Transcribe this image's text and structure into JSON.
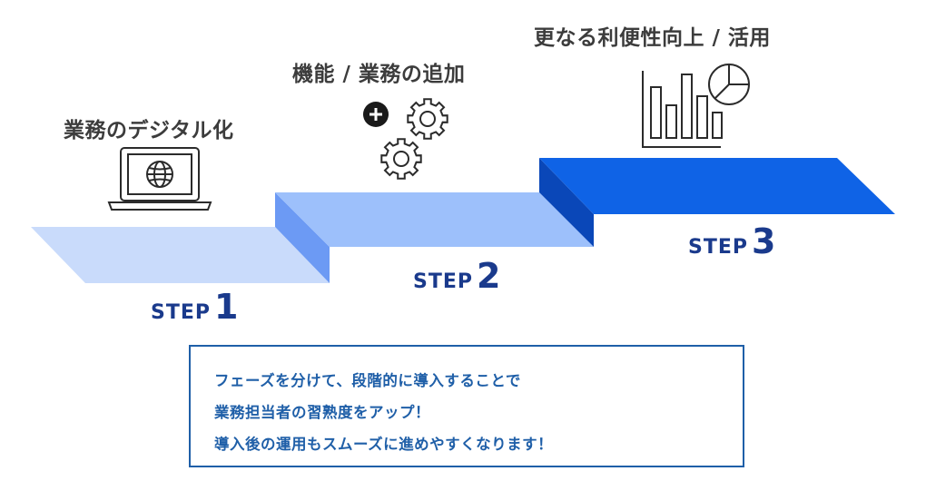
{
  "steps": [
    {
      "word": "STEP",
      "num": "1",
      "title": "業務のデジタル化",
      "icon": "laptop-globe-icon"
    },
    {
      "word": "STEP",
      "num": "2",
      "title": "機能 / 業務の追加",
      "icon": "gears-plus-icon"
    },
    {
      "word": "STEP",
      "num": "3",
      "title": "更なる利便性向上 / 活用",
      "icon": "chart-icon"
    }
  ],
  "message": {
    "lines": [
      "フェーズを分けて、段階的に導入することで",
      "業務担当者の習熟度をアップ！",
      "導入後の運用もスムーズに進めやすくなります！"
    ]
  },
  "colors": {
    "step1": "#c9dbfb",
    "step2_top": "#9dc0fb",
    "step2_side": "#6c9af4",
    "step3_top": "#0f63e6",
    "step3_side": "#0a47b8",
    "step_text": "#1a3a8c",
    "message": "#1f5fa8"
  }
}
